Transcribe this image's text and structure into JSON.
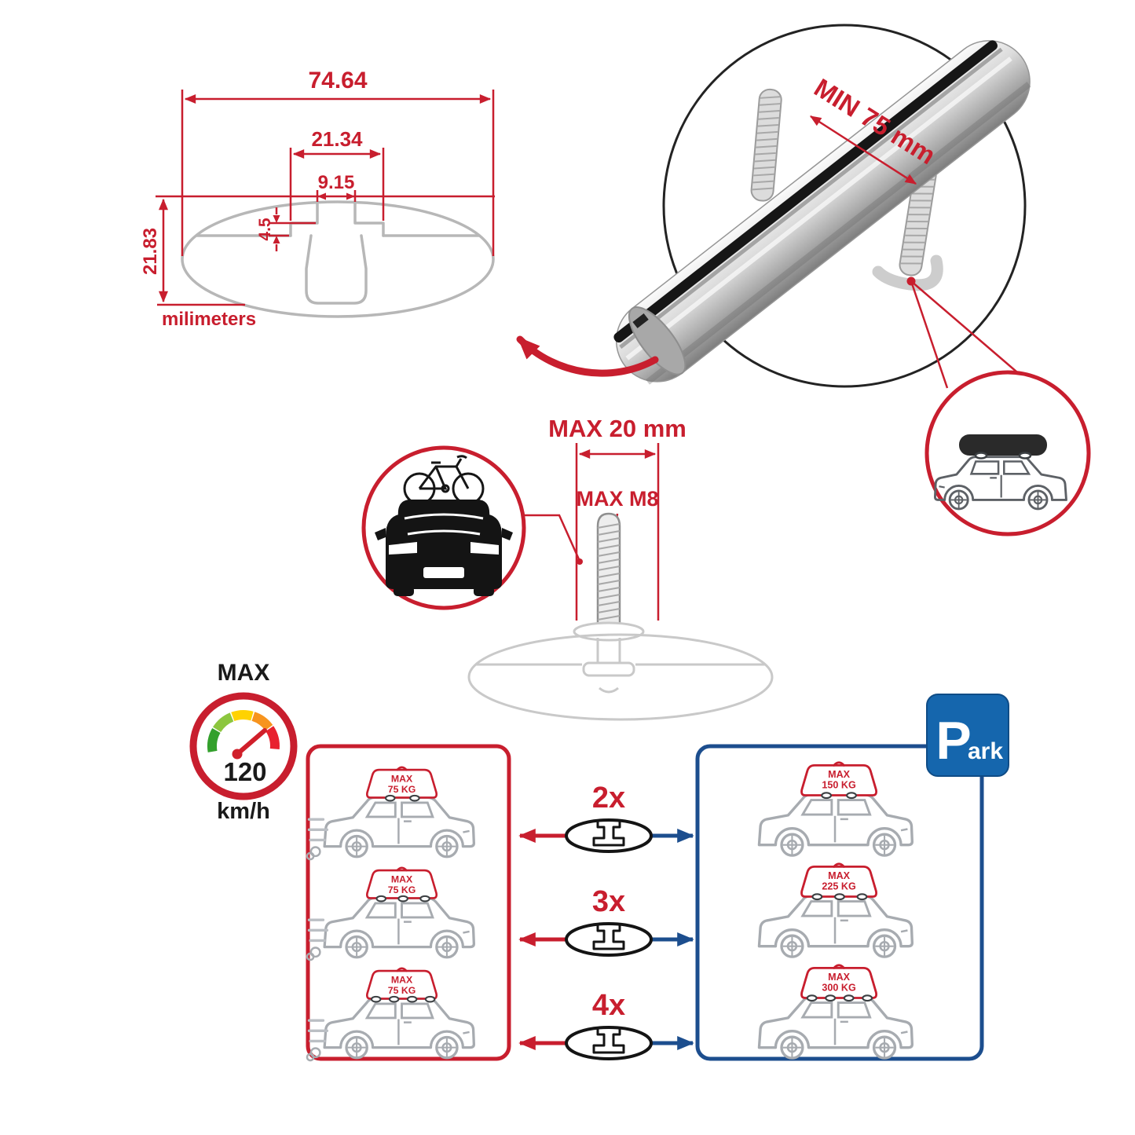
{
  "colors": {
    "accent_red": "#C81E2E",
    "accent_blue": "#1C4E8E",
    "park_blue": "#1566AD",
    "profile_gray": "#B7B7B7",
    "ghost_gray": "#C9C9C9",
    "bar_rubber_black": "#161616",
    "car_line_gray": "#A7ABB0",
    "gauge_segments": [
      "#33A02C",
      "#8CC63E",
      "#FFD200",
      "#F7941E",
      "#E8212E"
    ]
  },
  "dimension_drawing": {
    "overall_width": "74.64",
    "channel_width": "21.34",
    "slot_width": "9.15",
    "lip_height": "4.5",
    "overall_height": "21.83",
    "units": "milimeters"
  },
  "bar_callout": {
    "min_clamp": "MIN 75 mm"
  },
  "bolt_callout": {
    "max_width": "MAX 20 mm",
    "max_thread": "MAX M8"
  },
  "speed_gauge": {
    "title": "MAX",
    "value": "120",
    "unit": "km/h"
  },
  "left_panel": {
    "cars": [
      {
        "max": "MAX",
        "weight": "75 KG"
      },
      {
        "max": "MAX",
        "weight": "75 KG"
      },
      {
        "max": "MAX",
        "weight": "75 KG"
      }
    ]
  },
  "arrows": [
    {
      "label": "2x"
    },
    {
      "label": "3x"
    },
    {
      "label": "4x"
    }
  ],
  "right_panel": {
    "cars": [
      {
        "max": "MAX",
        "weight": "150 KG"
      },
      {
        "max": "MAX",
        "weight": "225 KG"
      },
      {
        "max": "MAX",
        "weight": "300 KG"
      }
    ]
  },
  "park_sign": {
    "letter": "P",
    "rest": "ark"
  }
}
